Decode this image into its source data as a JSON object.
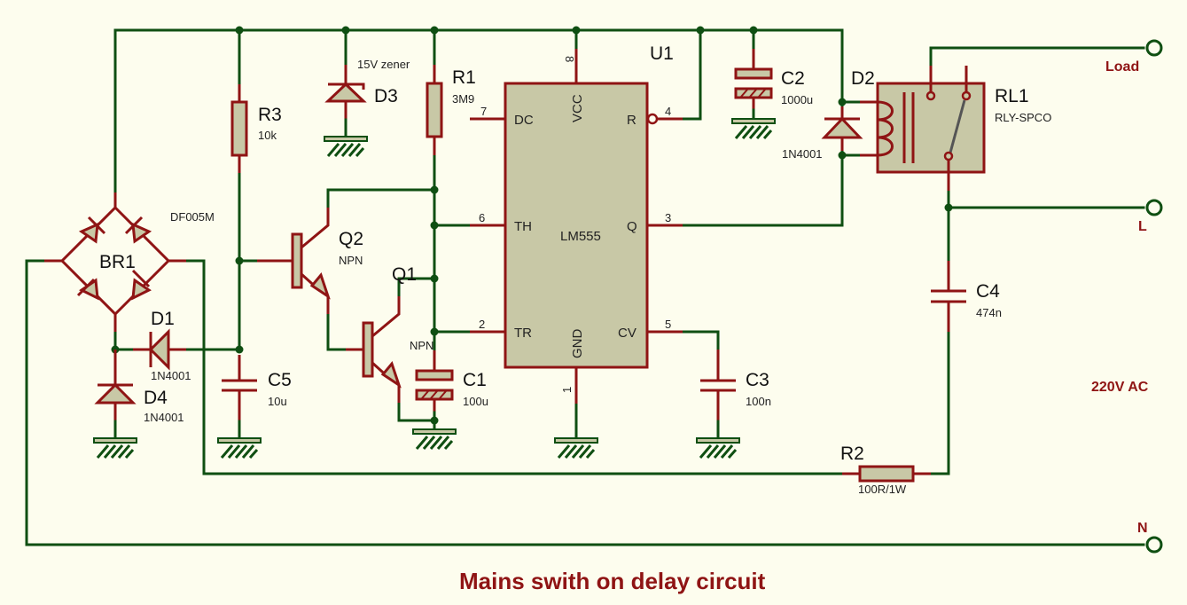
{
  "title": "Mains swith on delay circuit",
  "supply_label": "220V AC",
  "terminals": {
    "load": "Load",
    "line": "L",
    "neutral": "N"
  },
  "components": {
    "br1": {
      "ref": "BR1",
      "value": "DF005M"
    },
    "r3": {
      "ref": "R3",
      "value": "10k"
    },
    "d3": {
      "ref": "D3",
      "value": "15V zener"
    },
    "r1": {
      "ref": "R1",
      "value": "3M9"
    },
    "u1": {
      "ref": "U1",
      "value": "LM555",
      "pins": {
        "dc": {
          "num": "7",
          "label": "DC"
        },
        "vcc": {
          "num": "8",
          "label": "VCC"
        },
        "r": {
          "num": "4",
          "label": "R"
        },
        "th": {
          "num": "6",
          "label": "TH"
        },
        "q": {
          "num": "3",
          "label": "Q"
        },
        "tr": {
          "num": "2",
          "label": "TR"
        },
        "gnd": {
          "num": "1",
          "label": "GND"
        },
        "cv": {
          "num": "5",
          "label": "CV"
        }
      }
    },
    "c2": {
      "ref": "C2",
      "value": "1000u"
    },
    "d2": {
      "ref": "D2",
      "value": "1N4001"
    },
    "rl1": {
      "ref": "RL1",
      "value": "RLY-SPCO"
    },
    "q2": {
      "ref": "Q2",
      "value": "NPN"
    },
    "q1": {
      "ref": "Q1",
      "value": "NPN"
    },
    "d1": {
      "ref": "D1",
      "value": "1N4001"
    },
    "d4": {
      "ref": "D4",
      "value": "1N4001"
    },
    "c5": {
      "ref": "C5",
      "value": "10u"
    },
    "c1": {
      "ref": "C1",
      "value": "100u"
    },
    "c3": {
      "ref": "C3",
      "value": "100n"
    },
    "c4": {
      "ref": "C4",
      "value": "474n"
    },
    "r2": {
      "ref": "R2",
      "value": "100R/1W"
    }
  }
}
